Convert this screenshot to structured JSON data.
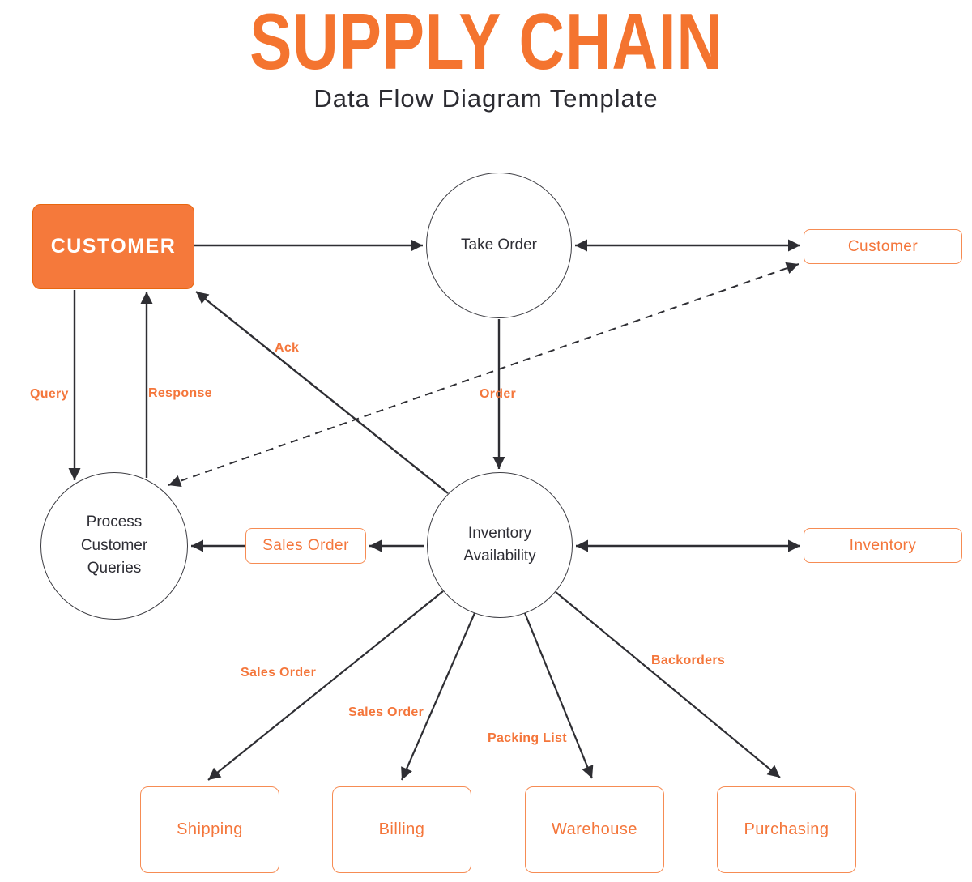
{
  "header": {
    "title": "SUPPLY CHAIN",
    "subtitle": "Data Flow Diagram Template"
  },
  "colors": {
    "accent_orange": "#F5793B",
    "accent_orange_border": "#F68C54",
    "title_orange": "#F4742F",
    "line_dark": "#2E2E33",
    "text_dark": "#2E2E35",
    "node_text_white": "#FFFFFF"
  },
  "nodes": {
    "customer_entity": "CUSTOMER",
    "take_order": "Take Order",
    "customer_store": "Customer",
    "process_customer_queries": "Process Customer Queries",
    "sales_order_store": "Sales Order",
    "inventory_availability": "Inventory Availability",
    "inventory_store": "Inventory",
    "shipping": "Shipping",
    "billing": "Billing",
    "warehouse": "Warehouse",
    "purchasing": "Purchasing"
  },
  "edge_labels": {
    "query": "Query",
    "response": "Response",
    "ack": "Ack",
    "order": "Order",
    "sales_order_shipping": "Sales Order",
    "sales_order_billing": "Sales Order",
    "packing_list": "Packing List",
    "backorders": "Backorders"
  }
}
